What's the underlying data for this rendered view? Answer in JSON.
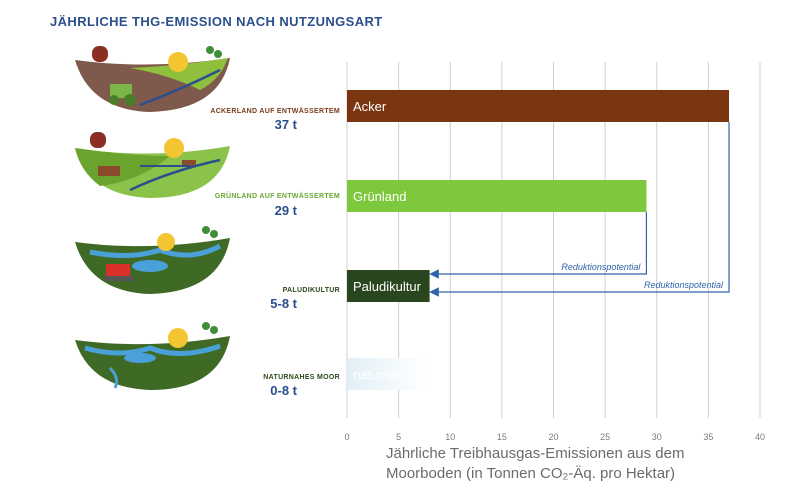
{
  "title": "JÄHRLICHE THG-EMISSION NACH NUTZUNGSART",
  "landscapes": [
    {
      "label": "ACKERLAND AUF ENTWÄSSERTEM",
      "value": "37 t",
      "label_color": "#7a3b1a"
    },
    {
      "label": "GRÜNLAND AUF ENTWÄSSERTEM",
      "value": "29 t",
      "label_color": "#6aa832"
    },
    {
      "label": "PALUDIKULTUR",
      "value": "5-8 t",
      "label_color": "#2e4a1c"
    },
    {
      "label": "NATURNAHES MOOR",
      "value": "0-8 t",
      "label_color": "#2e4a1c"
    }
  ],
  "chart_data": {
    "type": "bar",
    "orientation": "horizontal",
    "categories": [
      "Acker",
      "Grünland",
      "Paludikultur",
      "naturnah"
    ],
    "values": [
      37,
      29,
      8,
      8
    ],
    "colors": [
      "#7b3611",
      "#7dc83c",
      "#2a461e",
      "#e2f0f7"
    ],
    "xlim": [
      0,
      40
    ],
    "xticks": [
      "0",
      "5",
      "10",
      "15",
      "20",
      "25",
      "30",
      "35",
      "40"
    ],
    "grid": true,
    "xlabel_line1": "Jährliche Treibhausgas-Emissionen aus dem",
    "xlabel_line2": "Moorboden (in Tonnen CO₂-Äq. pro Hektar)",
    "annotations": [
      "Reduktionspotential",
      "Reduktionspotential"
    ],
    "arrow_color": "#2f64a8"
  }
}
